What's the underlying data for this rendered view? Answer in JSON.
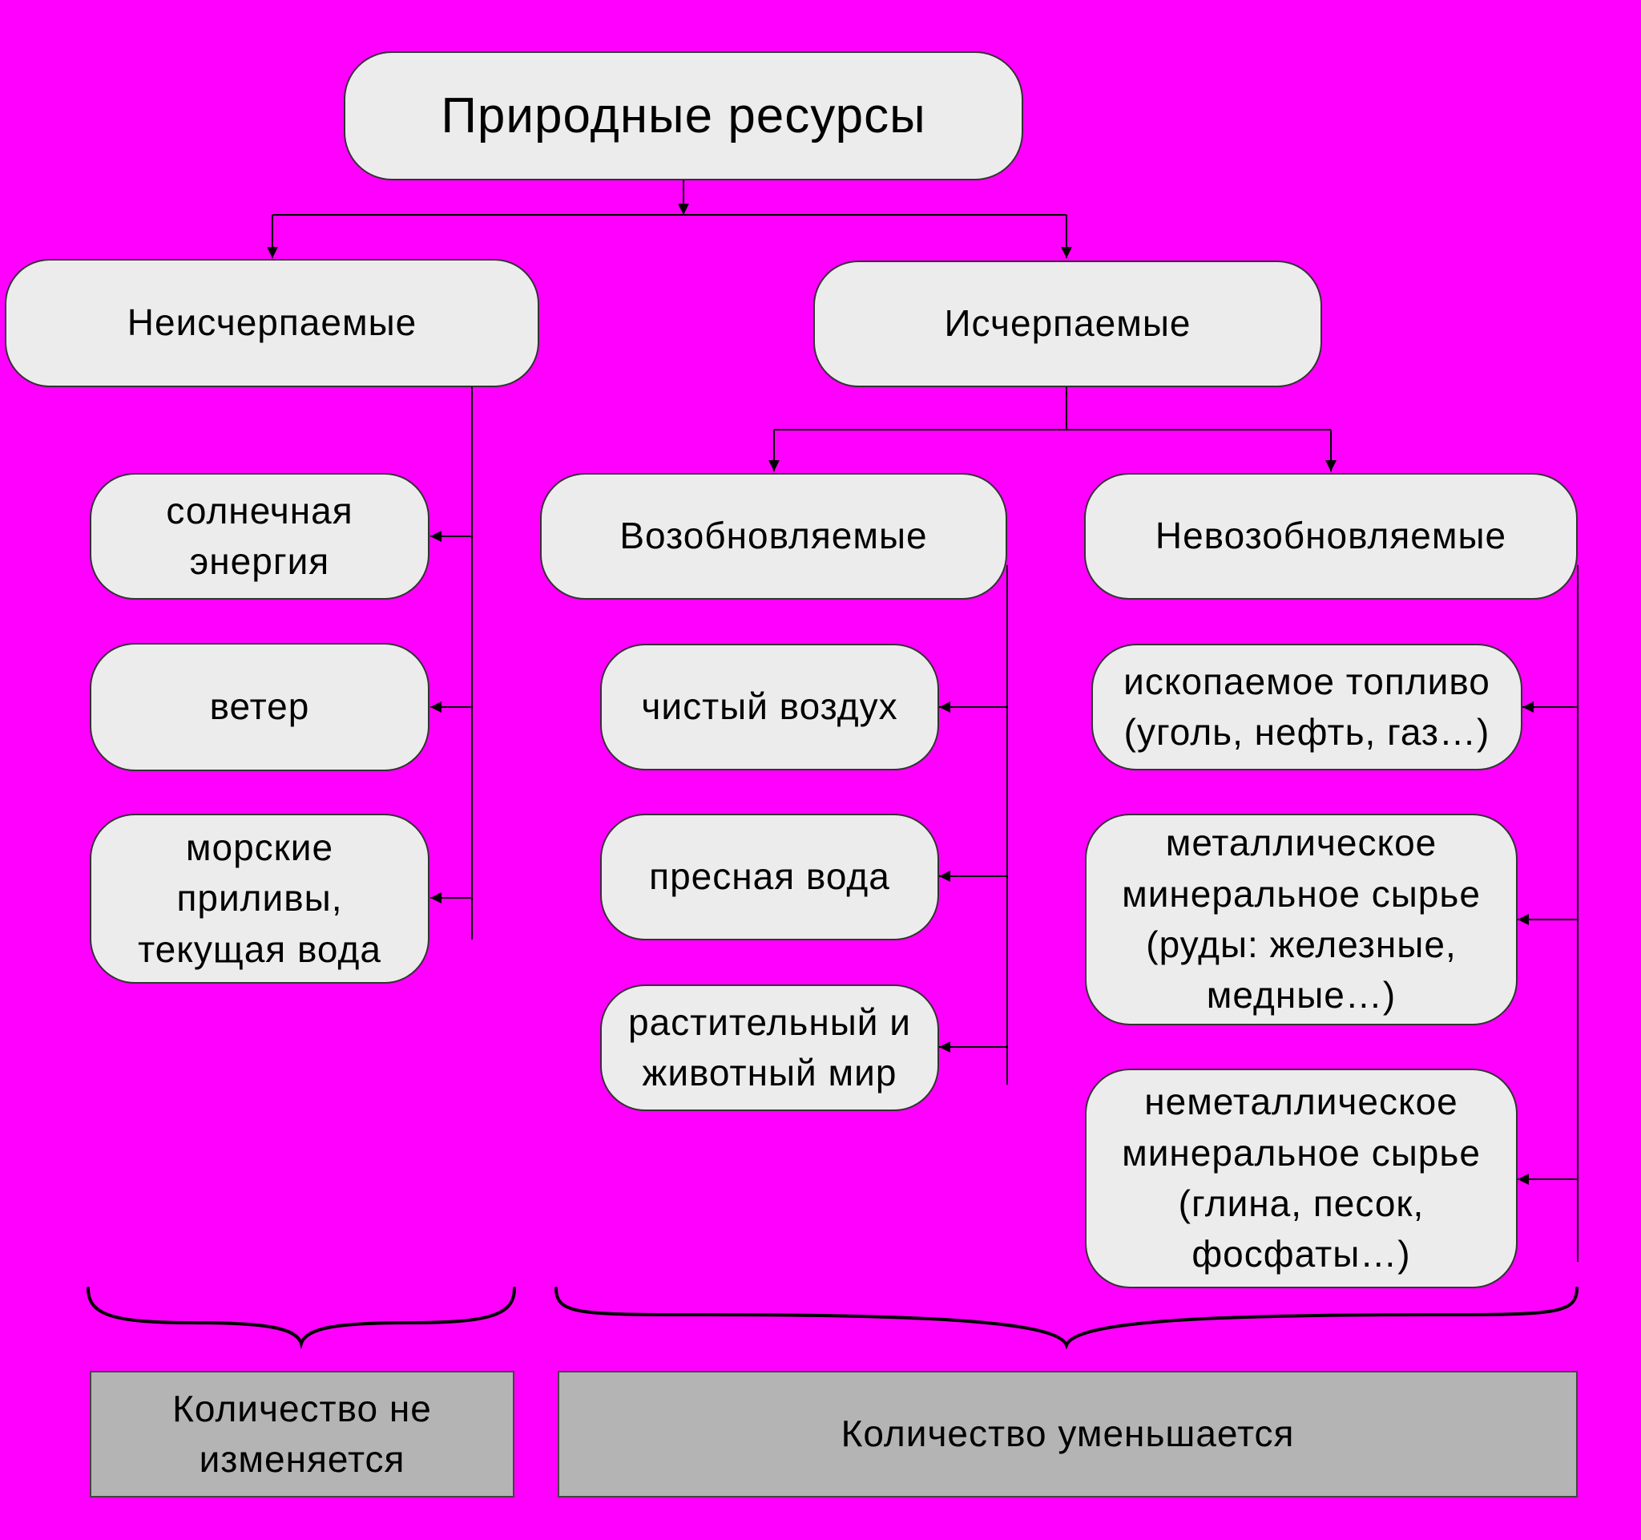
{
  "diagram": {
    "root": "Природные ресурсы",
    "inexhaustible": {
      "label": "Неисчерпаемые",
      "items": [
        "солнечная\nэнергия",
        "ветер",
        "морские\nприливы,\nтекущая вода"
      ]
    },
    "exhaustible": {
      "label": "Исчерпаемые",
      "renewable": {
        "label": "Возобновляемые",
        "items": [
          "чистый воздух",
          "пресная вода",
          "растительный и\nживотный мир"
        ]
      },
      "nonrenewable": {
        "label": "Невозобновляемые",
        "items": [
          "ископаемое топливо\n(уголь, нефть, газ…)",
          "металлическое\nминеральное сырье\n(руды: железные,\nмедные…)",
          "неметаллическое\nминеральное сырье\n(глина, песок,\nфосфаты…)"
        ]
      }
    },
    "summary_left": "Количество не\nизменяется",
    "summary_right": "Количество уменьшается"
  },
  "colors": {
    "background": "#ff00ff",
    "box_fill": "#ececec",
    "summary_fill": "#b4b4b4",
    "line": "#000000"
  }
}
